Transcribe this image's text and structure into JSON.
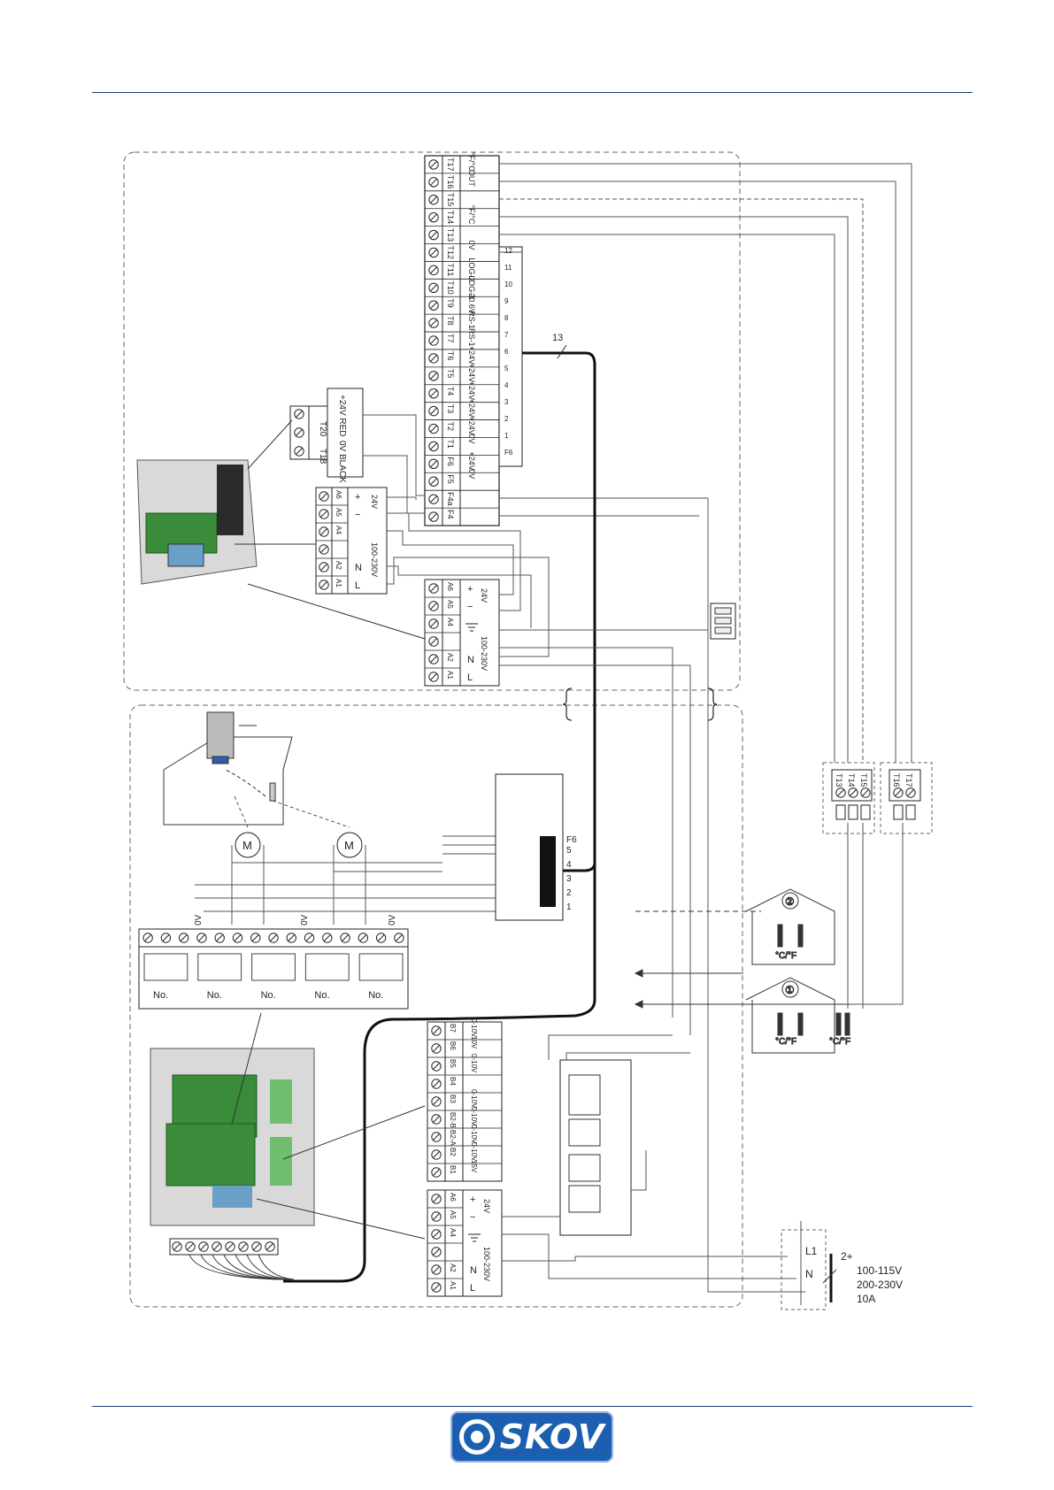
{
  "brand": {
    "name": "SKOV",
    "color": "#1c5fb0"
  },
  "top_panel": {
    "terminals_right": [
      "T17",
      "T16",
      "T15",
      "T14",
      "T13",
      "T12",
      "T11",
      "T10",
      "T9",
      "T8",
      "T7",
      "T6",
      "T5",
      "T4",
      "T3",
      "T2",
      "T1",
      "F6",
      "F5",
      "F4a",
      "F4"
    ],
    "functions_right": [
      "°F/°C",
      "OUT",
      "",
      "°F/°C",
      "",
      "0V",
      "LOG-2",
      "LOG-1",
      "20.6V",
      "RS-1",
      "RS-1",
      "+24V",
      "+24V",
      "+24V",
      "+24V",
      "+24V",
      "0V",
      "+24V",
      "0V",
      "",
      ""
    ],
    "wire_numbers": [
      "12",
      "11",
      "10",
      "9",
      "8",
      "7",
      "6",
      "5",
      "4",
      "3",
      "2",
      "1",
      "F6"
    ],
    "cable_label": "13",
    "sensor_terminals": [
      "T20",
      "T18"
    ],
    "sensor_labels": [
      "+24V RED",
      "0V BLACK"
    ],
    "power_terminals": [
      "A6",
      "A5",
      "A4",
      "A2",
      "A1"
    ],
    "power_labels": {
      "plus": "+",
      "minus": "−",
      "v24": "24V",
      "n": "N",
      "l": "L",
      "mains": "100-230V"
    }
  },
  "bottom_panel": {
    "motor_label": "M",
    "relay_labels": [
      "0V",
      "0V",
      "0V"
    ],
    "relay_no": [
      "No.",
      "No.",
      "No.",
      "No.",
      "No."
    ],
    "analog_terminals": [
      "B7",
      "B6",
      "B5",
      "B4",
      "B3",
      "B2-B",
      "B2-A",
      "B2",
      "B1"
    ],
    "analog_labels": [
      "0-10V",
      "10V",
      "0-10V",
      "",
      "0-10V",
      "0-10V",
      "0-10V",
      "0-10V",
      "15V"
    ],
    "power_terminals": [
      "A6",
      "A5",
      "A4",
      "A2",
      "A1"
    ],
    "power_labels": {
      "plus": "+",
      "minus": "−",
      "v24": "24V",
      "n": "N",
      "l": "L",
      "mains": "100-230V"
    },
    "f6_label": "F6",
    "f6_numbers": [
      "5",
      "4",
      "3",
      "2",
      "1"
    ]
  },
  "sensor_boxes": {
    "left": [
      "T13",
      "T14",
      "T15"
    ],
    "right": [
      "T16",
      "T17"
    ],
    "house_markers": [
      "②",
      "①"
    ],
    "temp_unit": "°C/°F"
  },
  "mains_supply": {
    "l1": "L1",
    "n": "N",
    "ground": "2+",
    "voltages": [
      "100-115V",
      "200-230V",
      "10A"
    ]
  }
}
